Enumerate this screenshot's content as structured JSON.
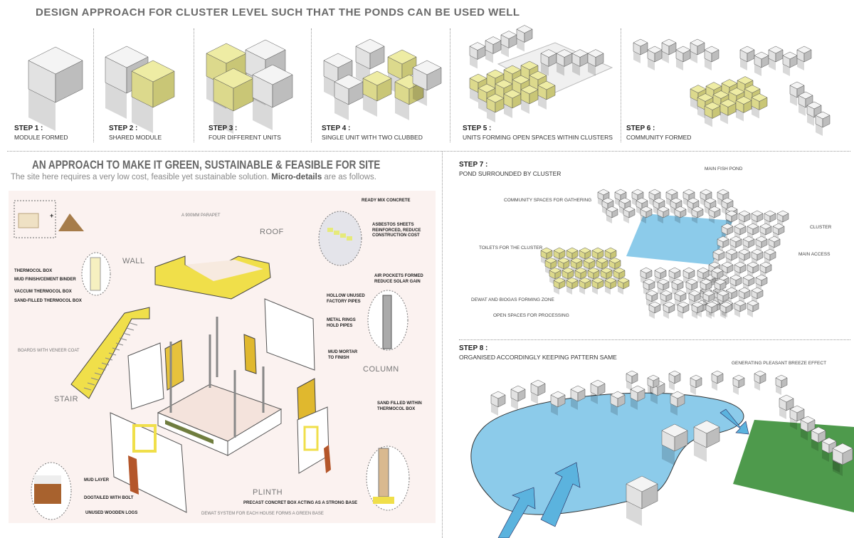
{
  "title": "DESIGN APPROACH FOR CLUSTER LEVEL SUCH THAT THE PONDS CAN BE USED WELL",
  "steps": [
    {
      "n": "STEP 1 :",
      "d": "MODULE FORMED"
    },
    {
      "n": "STEP 2 :",
      "d": "SHARED MODULE"
    },
    {
      "n": "STEP 3 :",
      "d": "FOUR DIFFERENT UNITS"
    },
    {
      "n": "STEP 4 :",
      "d": "SINGLE UNIT WITH TWO CLUBBED"
    },
    {
      "n": "STEP 5 :",
      "d": "UNITS FORMING OPEN SPACES WITHIN CLUSTERS"
    },
    {
      "n": "STEP 6 :",
      "d": "COMMUNITY FORMED"
    },
    {
      "n": "STEP 7 :",
      "d": "POND SURROUNDED BY CLUSTER"
    },
    {
      "n": "STEP 8 :",
      "d": "ORGANISED ACCORDINGLY KEEPING PATTERN SAME"
    }
  ],
  "approach": {
    "heading": "AN APPROACH TO MAKE IT GREEN, SUSTAINABLE & FEASIBLE FOR SITE",
    "subtitle": "The site here requires a very low cost, feasible yet sustainable solution.",
    "subtitle_bold": "Micro-details",
    "subtitle_end": " are as follows.",
    "components": {
      "roof": "ROOF",
      "wall": "WALL",
      "column": "COLUMN",
      "stair": "STAIR",
      "plinth": "PLINTH"
    },
    "labels": {
      "ready_mix": "READY MIX CONCRETE",
      "parapet": "A 900MM PARAPET",
      "asbestos": "ASBESTOS SHEETS\nREINFORCED, REDUCE\nCONSTRUCTION COST",
      "air_pockets": "AIR POCKETS FORMED\nREDUCE SOLAR GAIN",
      "thermocol": "THERMOCOL BOX",
      "mud_finish": "MUD FINISH/CEMENT BINDER",
      "vaccum": "VACCUM THERMOCOL BOX",
      "sand_filled": "SAND-FILLED THERMOCOL BOX",
      "hollow_pipes": "HOLLOW UNUSED\nFACTORY PIPES",
      "metal_rings": "METAL RINGS\nHOLD PIPES",
      "mud_mortar": "MUD MORTAR\nTO FINISH",
      "boards": "BOARDS WITH VENEER COAT",
      "sand_within": "SAND FILLED WITHIN\nTHERMOCOL BOX",
      "mud_layer": "MUD LAYER",
      "dogtailed": "DOGTAILED WITH BOLT",
      "wooden_logs": "UNUSED WOODEN LOGS",
      "precast": "PRECAST CONCRET BOX ACTING AS A STRONG BASE",
      "dewat_base": "DEWAT SYSTEM FOR EACH HOUSE FORMS A GREEN BASE",
      "plus": "+"
    }
  },
  "step7_labels": {
    "pond": "MAIN FISH POND",
    "community": "COMMUNITY SPACES FOR GATHERING",
    "cluster": "CLUSTER",
    "toilets": "TOILETS FOR THE CLUSTER",
    "access": "MAIN ACCESS",
    "dewat": "DEWAT AND BIOGAS FORMING ZONE",
    "open": "OPEN SPACES FOR PROCESSING"
  },
  "step8_labels": {
    "breeze": "GENERATING PLEASANT BREEZE EFFECT"
  },
  "colors": {
    "yellow": "#f0df4a",
    "highlight": "#eeeca4",
    "pond": "#8ccbea",
    "green": "#4e9a4c",
    "panel": "#fbf2f0"
  }
}
